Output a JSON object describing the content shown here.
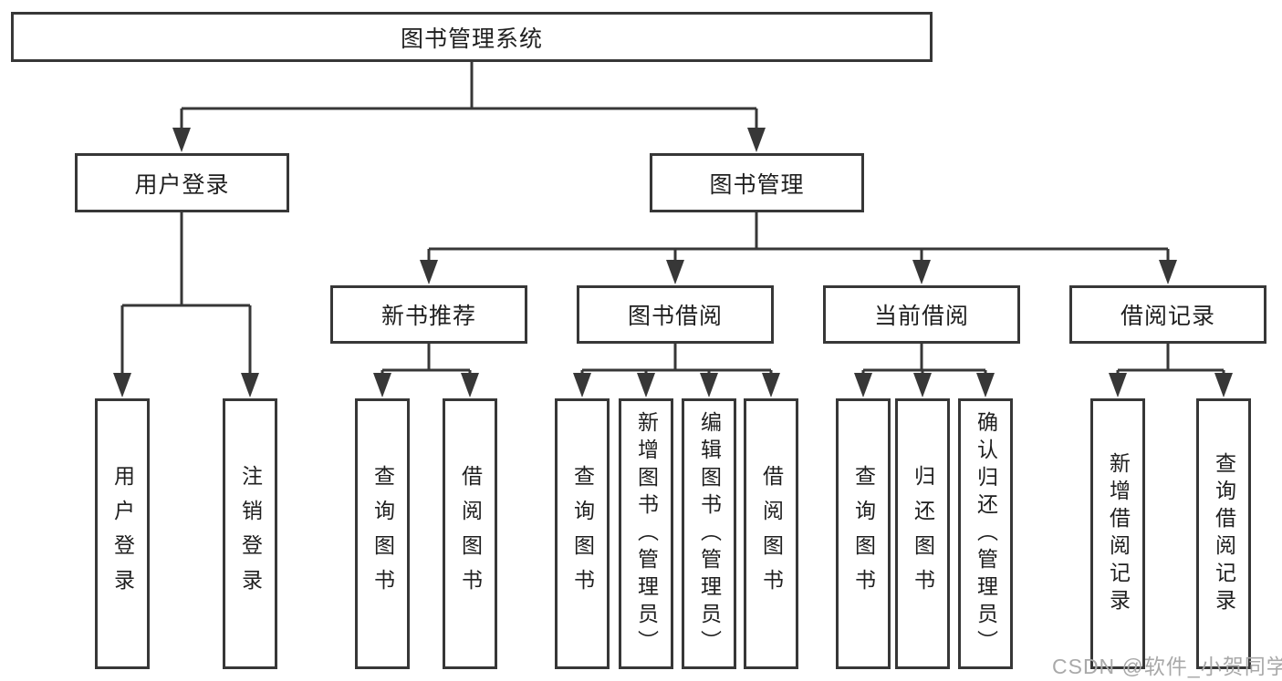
{
  "tree": {
    "root": {
      "label": "图书管理系统"
    },
    "branches": [
      {
        "label": "用户登录",
        "children": [
          {
            "label": "用户登录"
          },
          {
            "label": "注销登录"
          }
        ]
      },
      {
        "label": "图书管理",
        "children": [
          {
            "label": "新书推荐",
            "children": [
              {
                "label": "查询图书"
              },
              {
                "label": "借阅图书"
              }
            ]
          },
          {
            "label": "图书借阅",
            "children": [
              {
                "label": "查询图书"
              },
              {
                "label": "新增图书（管理员）"
              },
              {
                "label": "编辑图书（管理员）"
              },
              {
                "label": "借阅图书"
              }
            ]
          },
          {
            "label": "当前借阅",
            "children": [
              {
                "label": "查询图书"
              },
              {
                "label": "归还图书"
              },
              {
                "label": "确认归还（管理员）"
              }
            ]
          },
          {
            "label": "借阅记录",
            "children": [
              {
                "label": "新增借阅记录"
              },
              {
                "label": "查询借阅记录"
              }
            ]
          }
        ]
      }
    ]
  },
  "watermark": "CSDN @软件_小贺同学",
  "colors": {
    "line": "#373737",
    "box_border": "#373737",
    "text": "#1f1f1f",
    "watermark": "#a9a9a9",
    "background": "#ffffff"
  }
}
